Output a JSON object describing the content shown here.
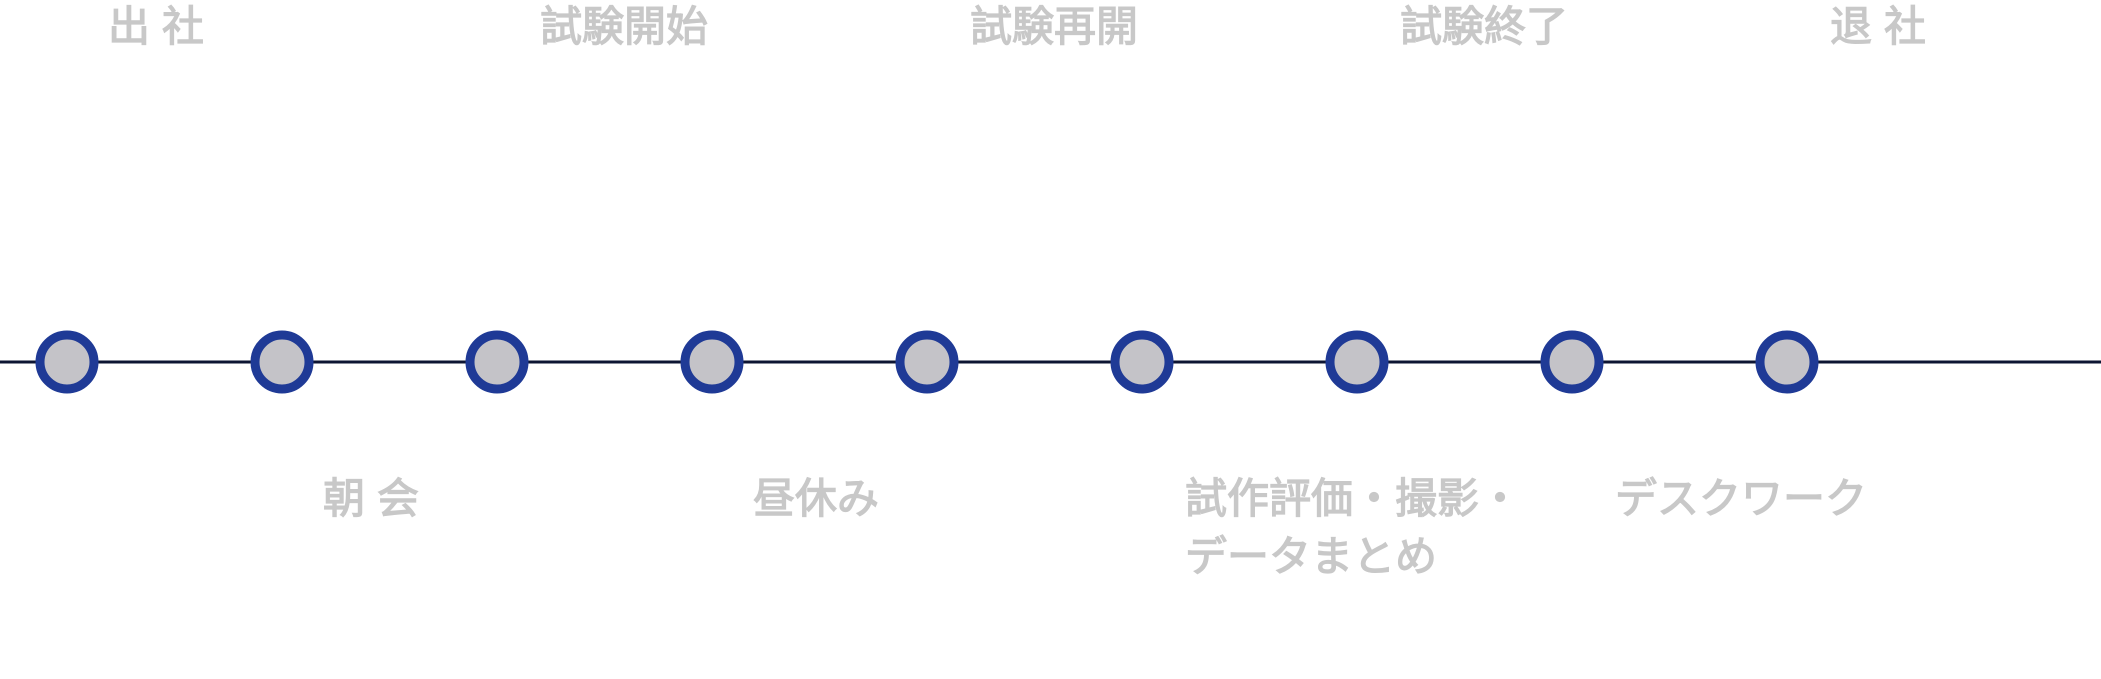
{
  "colors": {
    "line": "#0d1533",
    "node_ring": "#1f3a96",
    "node_fill": "#c4c3c8",
    "label_text": "#c8c8c8"
  },
  "node_count": 9,
  "labels": [
    {
      "id": "label-0",
      "text": "出社"
    },
    {
      "id": "label-1",
      "text": "試験開始"
    },
    {
      "id": "label-2",
      "text": "試験再開"
    },
    {
      "id": "label-3",
      "text": "試験終了"
    },
    {
      "id": "label-4",
      "text": "退社"
    },
    {
      "id": "label-5",
      "text": "朝会"
    },
    {
      "id": "label-6",
      "text": "昼休み"
    },
    {
      "id": "label-7",
      "text": "試作評価・撮影・データまとめ"
    },
    {
      "id": "label-8",
      "text": "デスクワーク"
    }
  ]
}
